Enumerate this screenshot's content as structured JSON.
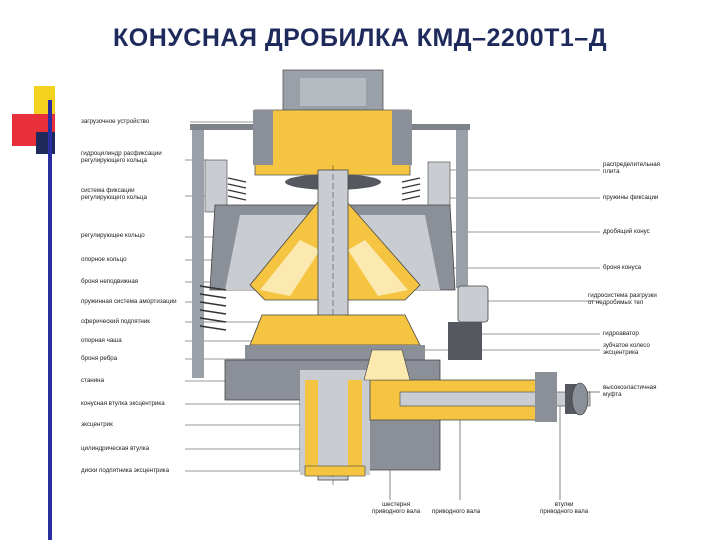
{
  "title": "КОНУСНАЯ ДРОБИЛКА КМД–2200Т1–Д",
  "labels_left": [
    "загрузочное устройство",
    "гидроцилиндр расфиксации\nрегулирующего кольца",
    "система фиксации\nрегулирующего кольца",
    "регулирующее кольцо",
    "опорное кольцо",
    "броня неподвижная",
    "пружинная система амортизации",
    "сферический подпятник",
    "опорная чаша",
    "броня ребра",
    "станина",
    "конусная втулка эксцентрика",
    "эксцентрик",
    "цилиндрическая втулка",
    "диски подпятника эксцентрика"
  ],
  "labels_right": [
    "распределительная\nплита",
    "пружины фиксации",
    "дробящий конус",
    "броня конуса",
    "гидросистема разгрузки\nот недробимых тел",
    "гидроаватор",
    "зубчатое колесо\nэксцентрика",
    "высокоэластичная\nмуфта"
  ],
  "labels_bottom": [
    "шестерня\nприводного вала",
    "приводного вала",
    "втулки\nприводного вала"
  ],
  "colors": {
    "title": "#1f2a5c",
    "yellow": "#f5c542",
    "grey": "#8a8f98",
    "light_grey": "#c9ccd1",
    "dark_grey": "#55595f",
    "cream": "#fbe9b0",
    "accent_red": "#e03030",
    "accent_yellow": "#f2d21c"
  }
}
